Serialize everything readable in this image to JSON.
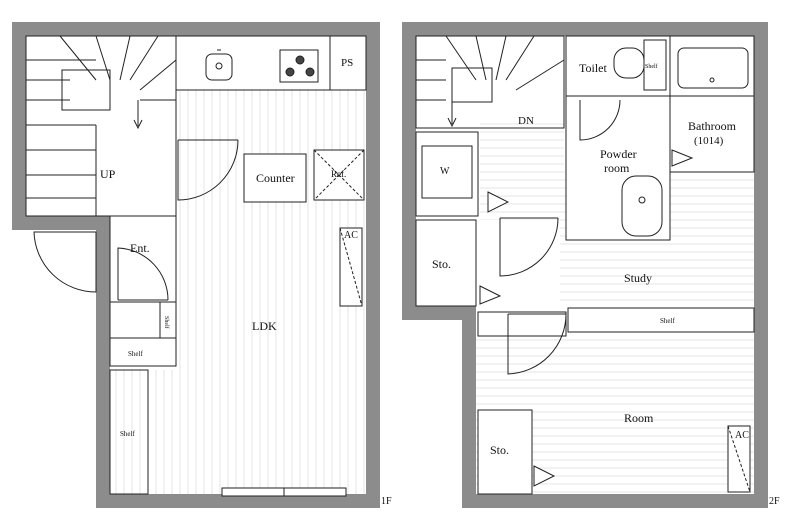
{
  "floor1": {
    "floor_label": "1F",
    "rooms": {
      "up": "UP",
      "entrance": "Ent.",
      "ldk": "LDK",
      "counter": "Counter",
      "ps": "PS",
      "refrigerator": "Ref.",
      "ac": "AC",
      "shelf_entry_small": "Shelf",
      "shelf_entry": "Shelf",
      "shelf_west": "Shelf"
    }
  },
  "floor2": {
    "floor_label": "2F",
    "rooms": {
      "dn": "DN",
      "toilet": "Toilet",
      "toilet_shelf": "Shelf",
      "bathroom": "Bathroom",
      "bathroom_size": "(1014)",
      "powder_room_1": "Powder",
      "powder_room_2": "room",
      "washer": "W",
      "storage_1": "Sto.",
      "study": "Study",
      "shelf_study": "Shelf",
      "room": "Room",
      "storage_2": "Sto.",
      "ac": "AC"
    }
  },
  "colors": {
    "wall": "#8c8c8c",
    "line": "#222222",
    "floor_stripe": "#e4e4e4"
  }
}
